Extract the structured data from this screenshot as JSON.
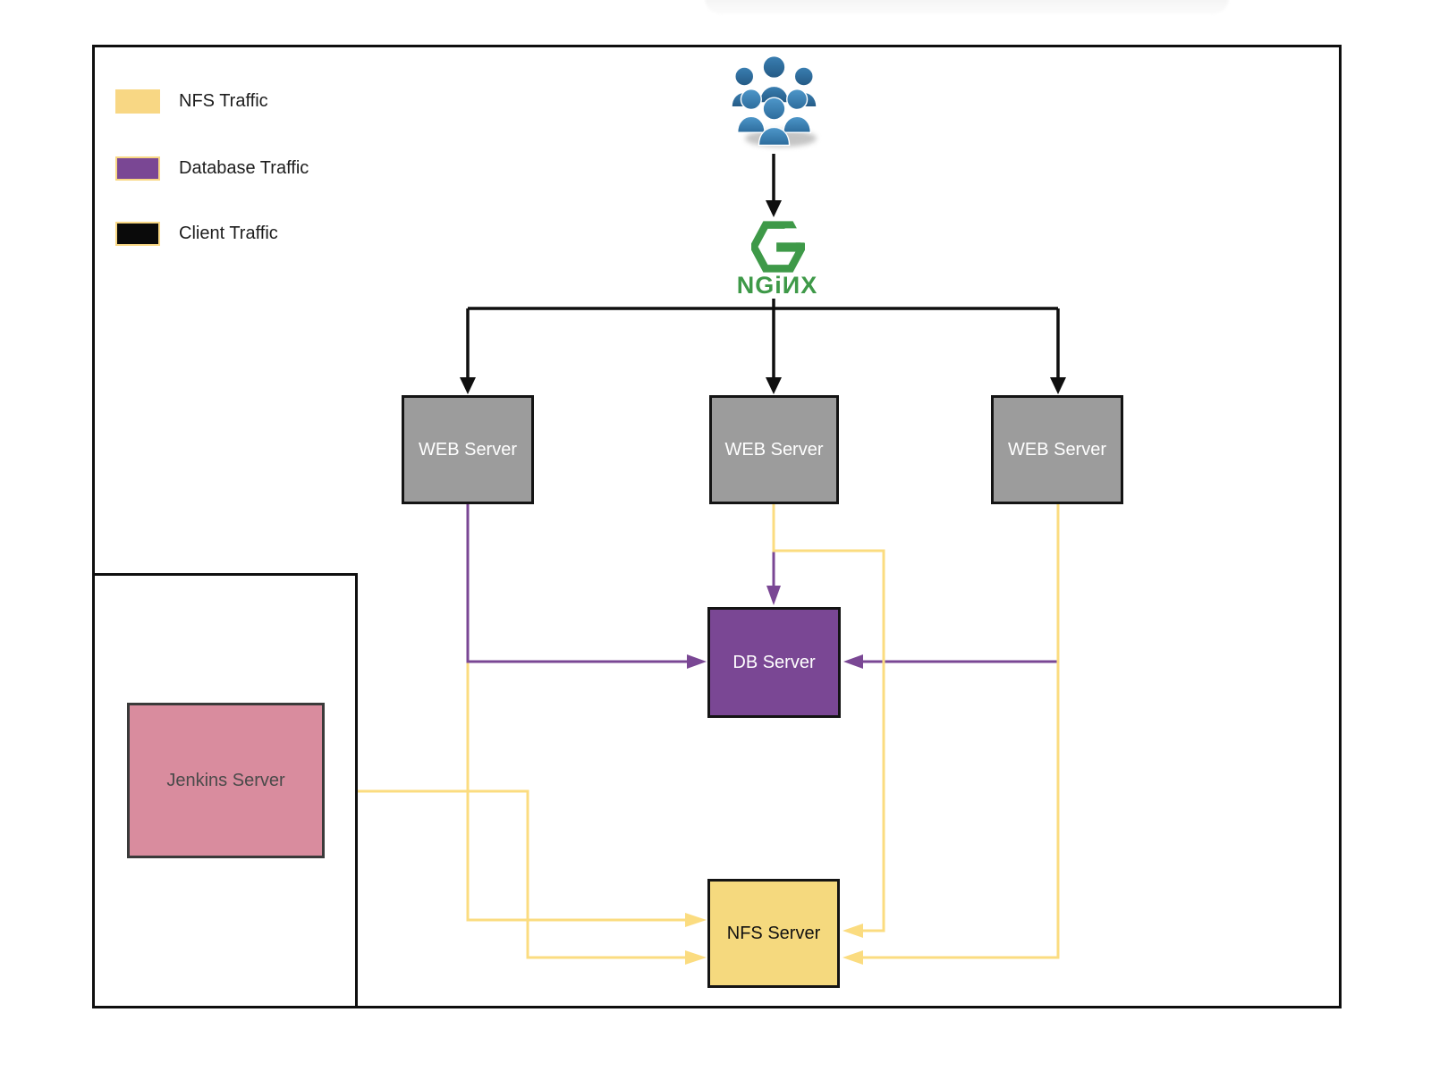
{
  "legend": {
    "items": [
      {
        "label": "NFS Traffic",
        "swatch_color": "#F8D784"
      },
      {
        "label": "Database Traffic",
        "swatch_color": "#7A4794"
      },
      {
        "label": "Client Traffic",
        "swatch_color": "#0A0A0A"
      }
    ]
  },
  "nodes": {
    "nginx": {
      "wordmark": "NGiИX"
    },
    "web_server_1": {
      "label": "WEB Server"
    },
    "web_server_2": {
      "label": "WEB Server"
    },
    "web_server_3": {
      "label": "WEB Server"
    },
    "db_server": {
      "label": "DB Server"
    },
    "nfs_server": {
      "label": "NFS Server"
    },
    "jenkins_server": {
      "label": "Jenkins Server"
    }
  },
  "colors": {
    "nfs_traffic": "#FBDC80",
    "database_traffic": "#7A4794",
    "client_traffic": "#0F0F0F",
    "web_server_fill": "#9C9C9C",
    "db_server_fill": "#7A4794",
    "nfs_server_fill": "#F5D97E",
    "jenkins_fill": "#D98C9E",
    "nginx_green": "#3E9948",
    "users_blue": "#3C86BB"
  }
}
